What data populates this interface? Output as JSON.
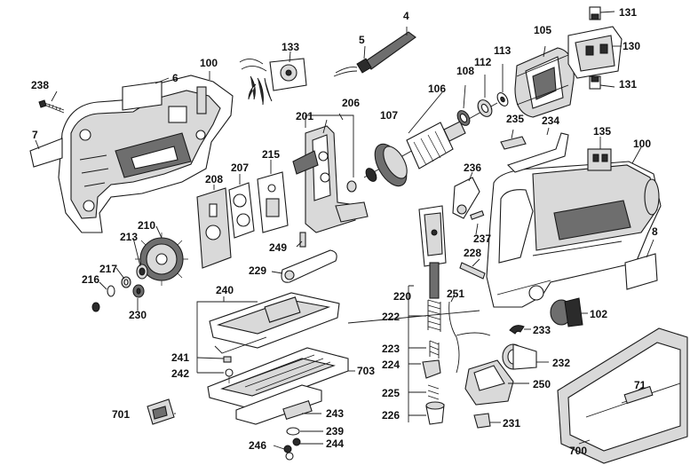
{
  "diagram": {
    "part_labels": {
      "l4": "4",
      "l5": "5",
      "l6": "6",
      "l7": "7",
      "l8": "8",
      "l71": "71",
      "l100a": "100",
      "l100b": "100",
      "l102": "102",
      "l105": "105",
      "l106": "106",
      "l107": "107",
      "l108": "108",
      "l112": "112",
      "l113": "113",
      "l130": "130",
      "l131a": "131",
      "l131b": "131",
      "l133": "133",
      "l135": "135",
      "l201": "201",
      "l206": "206",
      "l207": "207",
      "l208": "208",
      "l210": "210",
      "l213": "213",
      "l215": "215",
      "l216": "216",
      "l217": "217",
      "l220": "220",
      "l222": "222",
      "l223": "223",
      "l224": "224",
      "l225": "225",
      "l226": "226",
      "l228": "228",
      "l229": "229",
      "l230": "230",
      "l231": "231",
      "l232": "232",
      "l233": "233",
      "l234": "234",
      "l235": "235",
      "l236": "236",
      "l237": "237",
      "l238": "238",
      "l239": "239",
      "l240": "240",
      "l241": "241",
      "l242": "242",
      "l243": "243",
      "l244": "244",
      "l246": "246",
      "l249": "249",
      "l250": "250",
      "l251": "251",
      "l700": "700",
      "l701": "701",
      "l703": "703"
    }
  }
}
